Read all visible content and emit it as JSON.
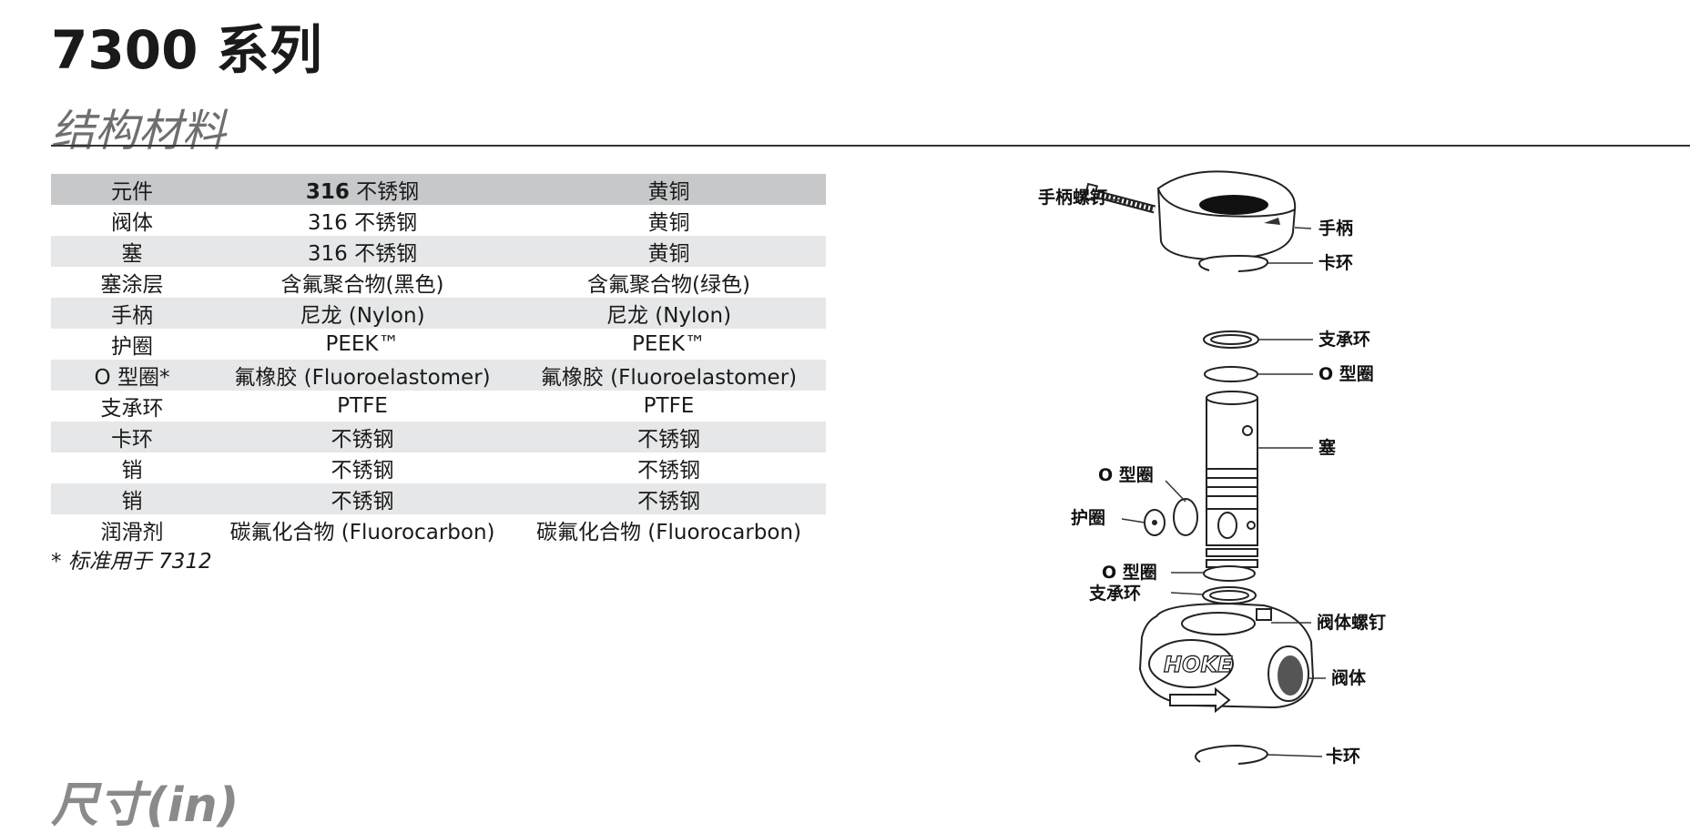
{
  "header": {
    "series_title": "7300 系列",
    "section_title": "结构材料",
    "next_section_title": "尺寸(in)"
  },
  "materials_table": {
    "columns": [
      {
        "bold": "",
        "text": "元件"
      },
      {
        "bold": "316",
        "text": " 不锈钢"
      },
      {
        "bold": "",
        "text": "黄铜"
      }
    ],
    "rows": [
      [
        "阀体",
        "316 不锈钢",
        "黄铜"
      ],
      [
        "塞",
        "316 不锈钢",
        "黄铜"
      ],
      [
        "塞涂层",
        "含氟聚合物(黑色)",
        "含氟聚合物(绿色)"
      ],
      [
        "手柄",
        "尼龙 (Nylon)",
        "尼龙 (Nylon)"
      ],
      [
        "护圈",
        "PEEK™",
        "PEEK™"
      ],
      [
        "O 型圈*",
        "氟橡胶 (Fluoroelastomer)",
        "氟橡胶 (Fluoroelastomer)"
      ],
      [
        "支承环",
        "PTFE",
        "PTFE"
      ],
      [
        "卡环",
        "不锈钢",
        "不锈钢"
      ],
      [
        "销",
        "不锈钢",
        "不锈钢"
      ],
      [
        "销",
        "不锈钢",
        "不锈钢"
      ],
      [
        "润滑剂",
        "碳氟化合物 (Fluorocarbon)",
        "碳氟化合物 (Fluorocarbon)"
      ]
    ],
    "footnote": "* 标准用于 7312"
  },
  "diagram": {
    "brand_mark": "HOKE",
    "labels": {
      "handle_screw": "手柄螺钉",
      "handle": "手柄",
      "snap_ring_top": "卡环",
      "bearing_ring_top": "支承环",
      "oring_top": "O 型圈",
      "plug": "塞",
      "oring_side": "O 型圈",
      "retainer": "护圈",
      "oring_lower": "O 型圈",
      "bearing_ring_lower": "支承环",
      "body_screw": "阀体螺钉",
      "body": "阀体",
      "snap_ring_bottom": "卡环"
    }
  }
}
